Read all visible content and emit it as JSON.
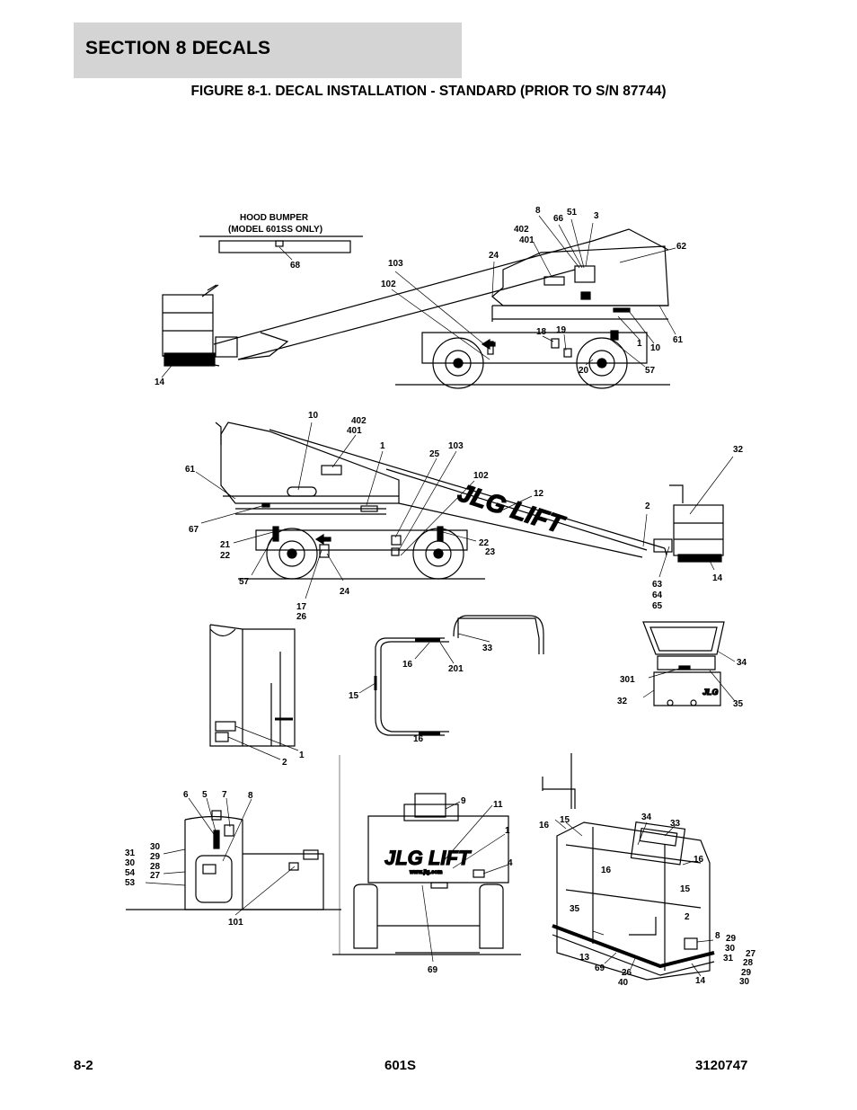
{
  "header": {
    "section_title": "SECTION 8   DECALS",
    "figure_title": "FIGURE 8-1. DECAL INSTALLATION - STANDARD (PRIOR TO S/N 87744)"
  },
  "inset": {
    "hood_bumper_line1": "HOOD BUMPER",
    "hood_bumper_line2": "(MODEL 601SS ONLY)"
  },
  "decal_text": {
    "jlg_lift": "JLG LIFT",
    "jlg_small": "JLG",
    "website": "www.jlg.com"
  },
  "callouts": {
    "v1": [
      "68",
      "8",
      "66",
      "51",
      "3",
      "402",
      "401",
      "62",
      "24",
      "103",
      "102",
      "18",
      "19",
      "1",
      "10",
      "61",
      "57",
      "20",
      "14"
    ],
    "v2": [
      "10",
      "402",
      "401",
      "1",
      "103",
      "25",
      "61",
      "102",
      "12",
      "67",
      "21",
      "22",
      "57",
      "17",
      "26",
      "24",
      "22",
      "23",
      "2",
      "63",
      "64",
      "65",
      "14",
      "32"
    ],
    "v3": [
      "1",
      "2"
    ],
    "v4": [
      "33",
      "16",
      "201",
      "15",
      "16"
    ],
    "v5": [
      "34",
      "301",
      "32",
      "35"
    ],
    "v6": [
      "6",
      "5",
      "7",
      "8",
      "31",
      "30",
      "54",
      "53",
      "30",
      "29",
      "28",
      "27",
      "101"
    ],
    "v7": [
      "9",
      "11",
      "1",
      "4",
      "69"
    ],
    "v8": [
      "16",
      "15",
      "34",
      "33",
      "16",
      "16",
      "15",
      "35",
      "2",
      "8",
      "29",
      "30",
      "31",
      "27",
      "28",
      "29",
      "30",
      "13",
      "69",
      "26",
      "40",
      "14"
    ]
  },
  "footer": {
    "page": "8-2",
    "model": "601S",
    "doc_number": "3120747"
  }
}
